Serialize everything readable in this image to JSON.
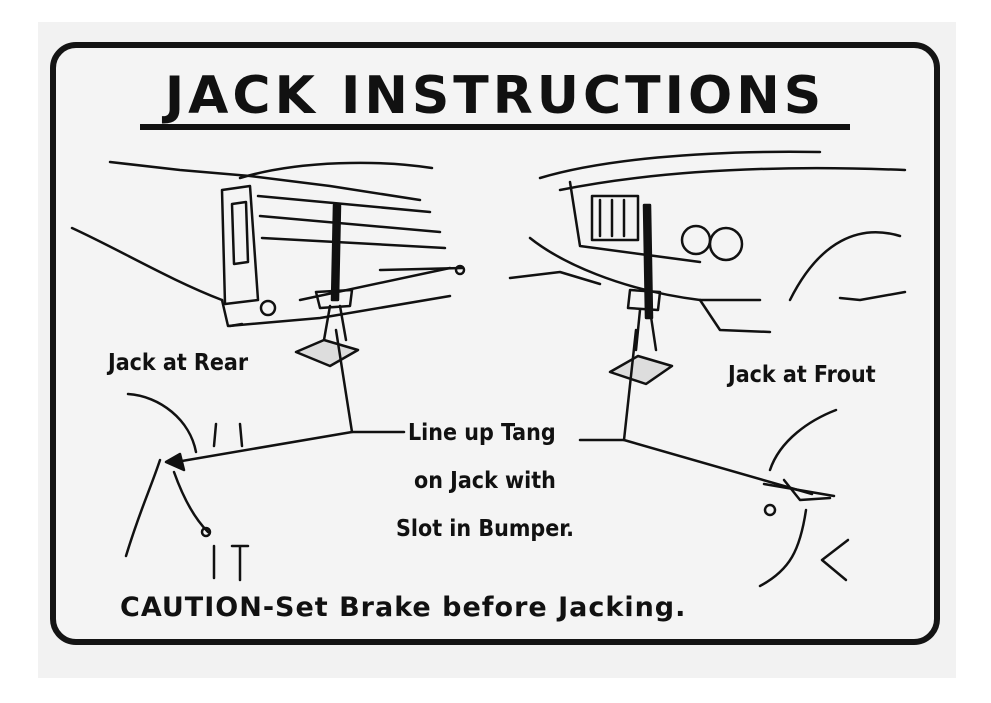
{
  "title": "JACK INSTRUCTIONS",
  "labels": {
    "rear": "Jack at Rear",
    "front": "Jack at Frout",
    "line1": "Line up Tang",
    "line2": "on Jack with",
    "line3": "Slot in Bumper."
  },
  "caution": "CAUTION-Set Brake before Jacking.",
  "colors": {
    "ink": "#111111",
    "paper": "#f4f4f4"
  }
}
